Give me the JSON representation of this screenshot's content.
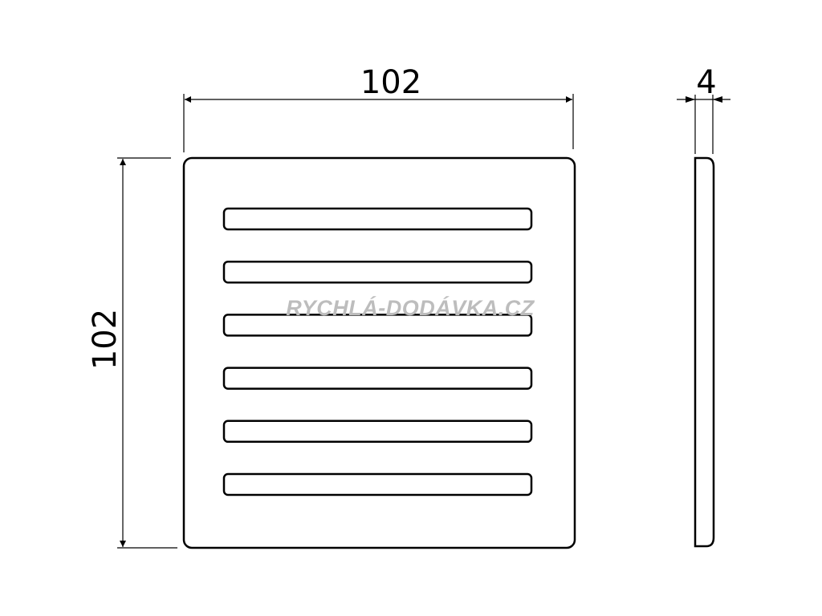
{
  "drawing": {
    "dimensions": {
      "width": "102",
      "height": "102",
      "thickness": "4"
    },
    "slot_count": 6,
    "watermark": "RYCHLÁ-DODÁVKA.CZ",
    "colors": {
      "line": "#000000",
      "background": "#ffffff",
      "watermark": "#bdbdbd"
    }
  }
}
